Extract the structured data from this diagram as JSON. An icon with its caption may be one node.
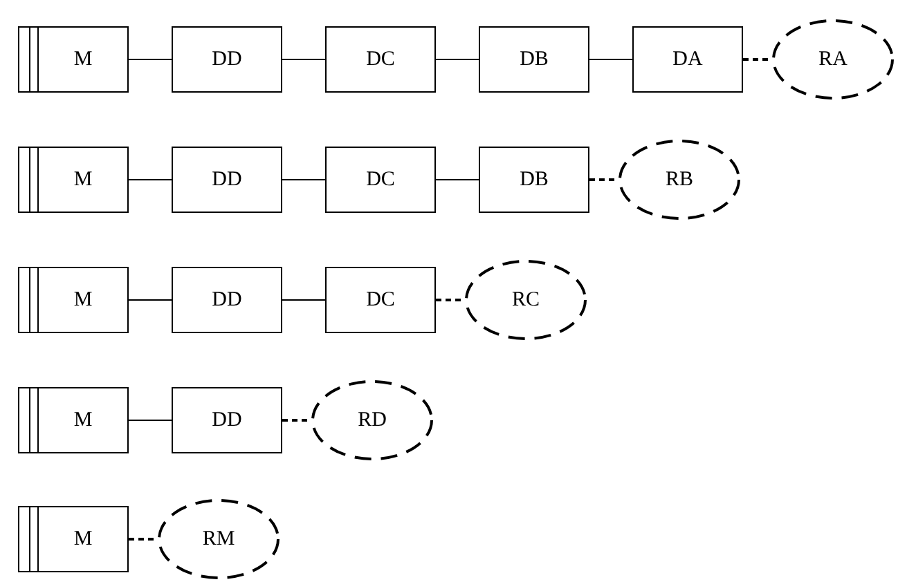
{
  "diagram": {
    "nodes": [
      {
        "text": [
          "M"
        ]
      },
      {
        "text": [
          "DD"
        ]
      },
      {
        "text": [
          "DC"
        ]
      },
      {
        "text": [
          "DB"
        ]
      },
      {
        "text": [
          "DA"
        ]
      },
      {
        "text": [
          "RA"
        ]
      },
      {
        "text": [
          "M"
        ]
      },
      {
        "text": [
          "DD"
        ]
      },
      {
        "text": [
          "DC"
        ]
      },
      {
        "text": [
          "DB"
        ]
      },
      {
        "text": [
          "RB"
        ]
      },
      {
        "text": [
          "M"
        ]
      },
      {
        "text": [
          "DD"
        ]
      },
      {
        "text": [
          "DC"
        ]
      },
      {
        "text": [
          "RC"
        ]
      },
      {
        "text": [
          "M"
        ]
      },
      {
        "text": [
          "DD"
        ]
      },
      {
        "text": [
          "RD"
        ]
      },
      {
        "text": [
          "M"
        ]
      },
      {
        "text": [
          "RM"
        ]
      }
    ],
    "edges": [
      {
        "from": 0,
        "to": 1,
        "arrow": "none"
      },
      {
        "from": 1,
        "to": 2,
        "arrow": "none"
      },
      {
        "from": 2,
        "to": 3,
        "arrow": "none"
      },
      {
        "from": 3,
        "to": 4,
        "arrow": "none"
      },
      {
        "from": 4,
        "to": 5,
        "arrow": "none",
        "style": "dashed"
      },
      {
        "from": 6,
        "to": 7,
        "arrow": "none"
      },
      {
        "from": 7,
        "to": 8,
        "arrow": "none"
      },
      {
        "from": 8,
        "to": 9,
        "arrow": "none"
      },
      {
        "from": 9,
        "to": 10,
        "arrow": "none",
        "style": "dashed"
      },
      {
        "from": 11,
        "to": 12,
        "arrow": "none"
      },
      {
        "from": 12,
        "to": 13,
        "arrow": "none"
      },
      {
        "from": 13,
        "to": 14,
        "arrow": "none",
        "style": "dashed"
      },
      {
        "from": 15,
        "to": 16,
        "arrow": "none"
      },
      {
        "from": 16,
        "to": 17,
        "arrow": "none",
        "style": "dashed"
      },
      {
        "from": 18,
        "to": 19,
        "arrow": "none",
        "style": "dashed"
      }
    ]
  }
}
